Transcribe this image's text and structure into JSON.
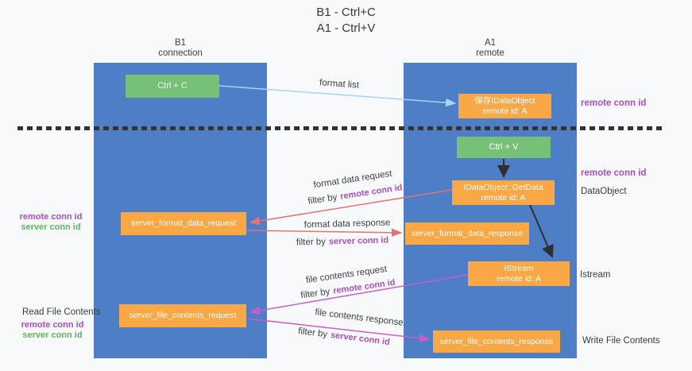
{
  "title": {
    "line1": "B1 - Ctrl+C",
    "line2": "A1 - Ctrl+V"
  },
  "lanes": {
    "left": {
      "name": "B1",
      "role": "connection"
    },
    "right": {
      "name": "A1",
      "role": "remote"
    }
  },
  "nodes": {
    "ctrl_c": {
      "label": "Ctrl + C"
    },
    "save_idataobject": {
      "line1": "保存IDataObject",
      "line2": "remote id: A"
    },
    "ctrl_v": {
      "label": "Ctrl + V"
    },
    "getdata": {
      "line1": "IDataObject::GetData",
      "line2": "remote id: A"
    },
    "format_request": {
      "label": "server_format_data_request"
    },
    "format_response": {
      "label": "server_format_data_response"
    },
    "istream": {
      "line1": "IStream",
      "line2": "remote id: A"
    },
    "file_request": {
      "label": "server_file_contents_request"
    },
    "file_response": {
      "label": "server_file_contents_response"
    }
  },
  "strings": {
    "remote_conn_id": "remote conn id",
    "server_conn_id": "server conn id",
    "filter_by": "filter by"
  },
  "side_labels": {
    "dataobject": "DataObject",
    "istream": "Istream",
    "read_file_contents": "Read File Contents",
    "write_file_contents": "Write File Contents"
  },
  "edge_labels": {
    "format_list": "format list",
    "format_data_request": "format data request",
    "format_data_response": "format data response",
    "file_contents_request": "file contents request",
    "file_contents_response": "file contents response"
  },
  "colors": {
    "lane_blue": "#4d7ec6",
    "node_orange": "#f9a845",
    "node_green": "#77c077",
    "arrow_light_blue": "#a9d3f1",
    "arrow_red": "#e57373",
    "arrow_magenta": "#c95fc9",
    "arrow_black": "#2f2f2f",
    "text_purple": "#a84fc0",
    "text_green": "#5cb85c",
    "background": "#f8f9fa"
  }
}
